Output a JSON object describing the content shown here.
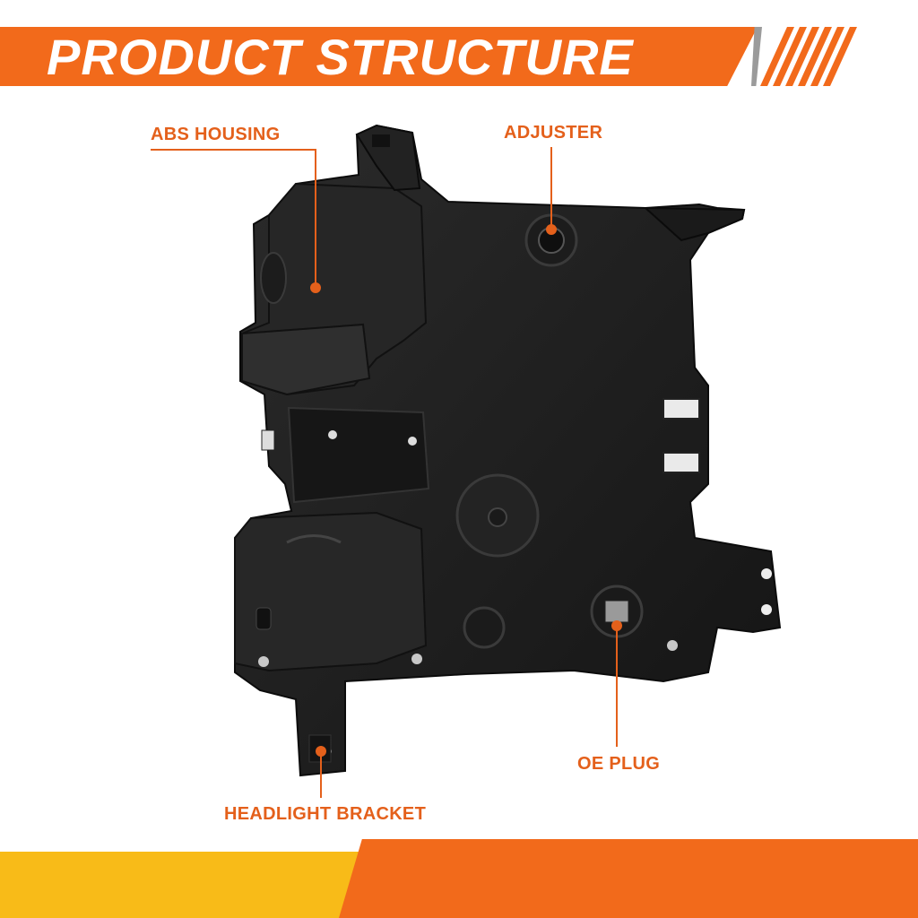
{
  "banner": {
    "title": "PRODUCT STRUCTURE",
    "color": "#f26a1b"
  },
  "callouts": [
    {
      "id": "abs-housing",
      "label": "ABS HOUSING"
    },
    {
      "id": "adjuster",
      "label": "ADJUSTER"
    },
    {
      "id": "oe-plug",
      "label": "OE PLUG"
    },
    {
      "id": "headlight-bracket",
      "label": "HEADLIGHT BRACKET"
    }
  ],
  "colors": {
    "accent": "#e4601b",
    "footer_yellow": "#f8bb18",
    "footer_orange": "#f26a1b",
    "housing": "#1e1e1e"
  },
  "image": {
    "subject": "headlight-housing-rear-view-icon"
  }
}
